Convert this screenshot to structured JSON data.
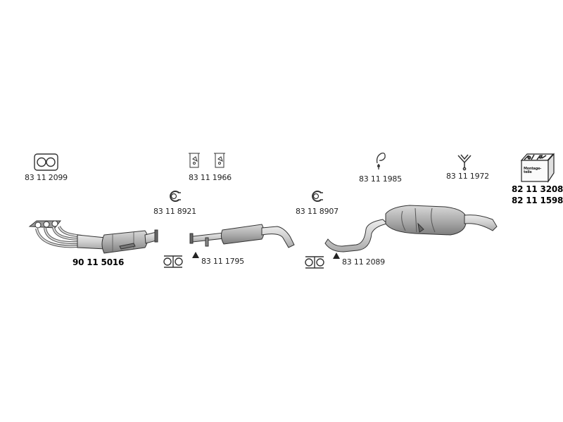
{
  "parts": {
    "gasket_manifold": "83 11 2099",
    "hanger_pair": "83 11 1966",
    "hanger_single": "83 11 1985",
    "hanger_y": "83 11 1972",
    "mounting_kit_a": "82 11 3208",
    "mounting_kit_b": "82 11 1598",
    "ring_front": "83 11 8921",
    "ring_rear": "83 11 8907",
    "front_pipe_cat": "90 11 5016",
    "clamp_front": "83 11 1795",
    "clamp_rear": "83 11 2089"
  },
  "kit_box_text": "Montage-\nteile",
  "icons": {
    "gasket": "gasket-icon",
    "hanger": "hanger-icon",
    "ring": "ring-icon",
    "clamp": "clamp-icon",
    "warning": "warning-triangle-icon",
    "box": "mounting-kit-box-icon"
  },
  "colors": {
    "line": "#333333",
    "part_fill": "#bdbdbd",
    "part_dark": "#8a8a8a"
  }
}
